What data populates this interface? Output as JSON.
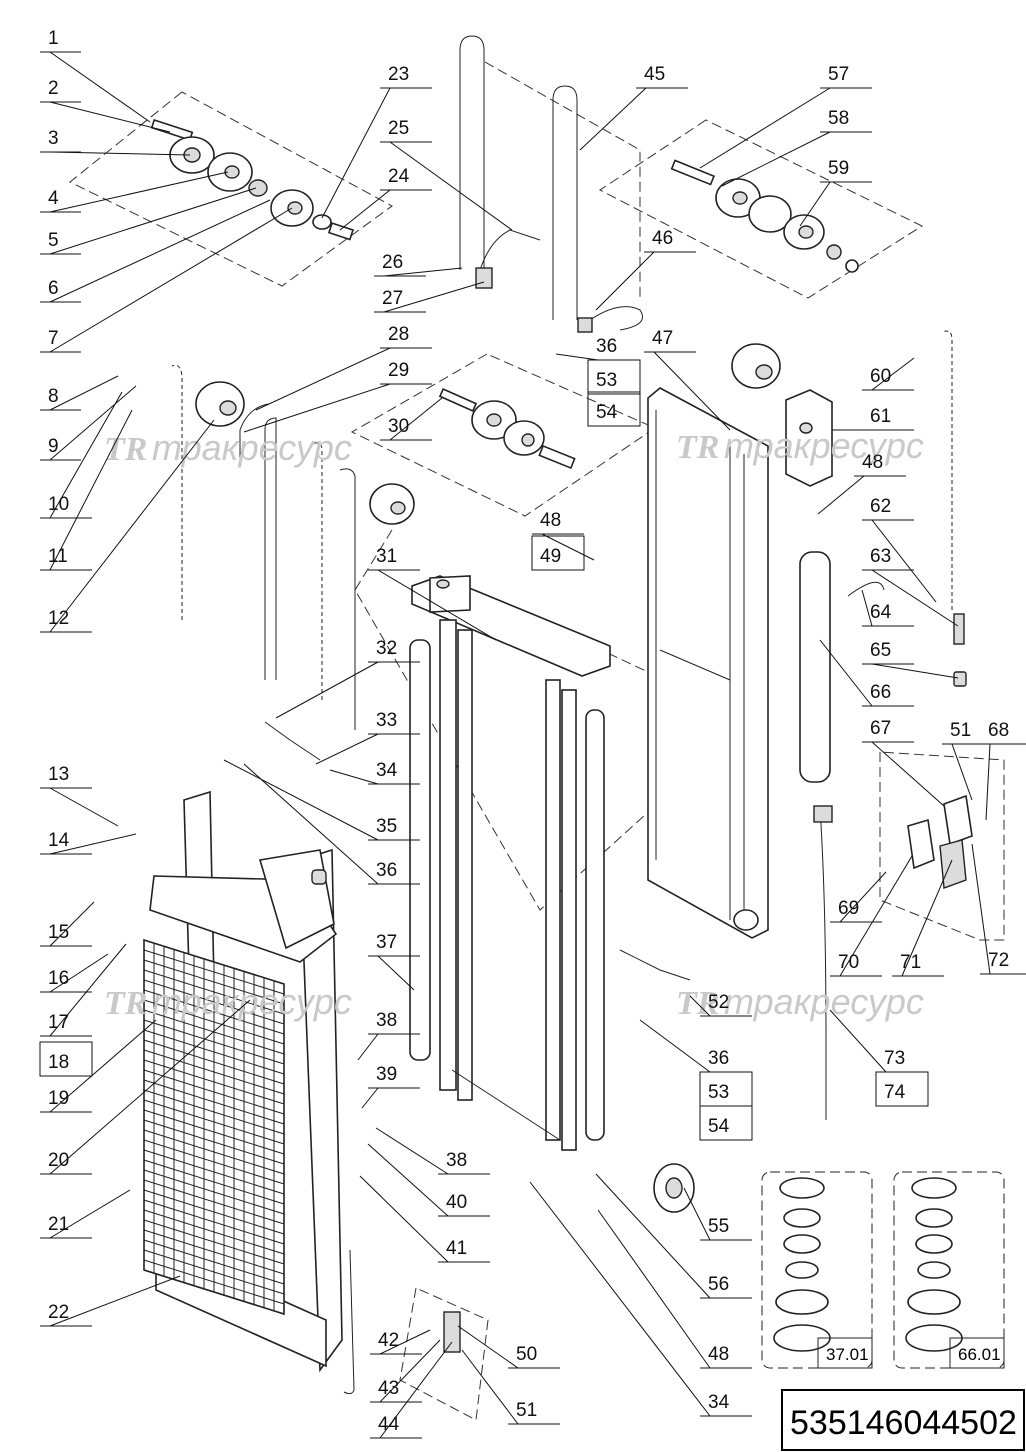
{
  "drawing_number": "535146044502",
  "watermark": {
    "logo": "TR",
    "text": "тракресурс"
  },
  "seal_kits": [
    {
      "id": "kit-37",
      "label": "37.01"
    },
    {
      "id": "kit-66",
      "label": "66.01"
    }
  ],
  "callouts": [
    {
      "n": "1"
    },
    {
      "n": "2"
    },
    {
      "n": "3"
    },
    {
      "n": "4"
    },
    {
      "n": "5"
    },
    {
      "n": "6"
    },
    {
      "n": "7"
    },
    {
      "n": "8"
    },
    {
      "n": "9"
    },
    {
      "n": "10"
    },
    {
      "n": "11"
    },
    {
      "n": "12"
    },
    {
      "n": "13"
    },
    {
      "n": "14"
    },
    {
      "n": "15"
    },
    {
      "n": "16"
    },
    {
      "n": "17"
    },
    {
      "n": "18"
    },
    {
      "n": "19"
    },
    {
      "n": "20"
    },
    {
      "n": "21"
    },
    {
      "n": "22"
    },
    {
      "n": "23"
    },
    {
      "n": "24"
    },
    {
      "n": "25"
    },
    {
      "n": "26"
    },
    {
      "n": "27"
    },
    {
      "n": "28"
    },
    {
      "n": "29"
    },
    {
      "n": "30"
    },
    {
      "n": "31"
    },
    {
      "n": "32"
    },
    {
      "n": "33"
    },
    {
      "n": "34"
    },
    {
      "n": "35"
    },
    {
      "n": "36"
    },
    {
      "n": "37"
    },
    {
      "n": "38"
    },
    {
      "n": "39"
    },
    {
      "n": "38"
    },
    {
      "n": "40"
    },
    {
      "n": "41"
    },
    {
      "n": "42"
    },
    {
      "n": "43"
    },
    {
      "n": "44"
    },
    {
      "n": "45"
    },
    {
      "n": "46"
    },
    {
      "n": "36"
    },
    {
      "n": "53"
    },
    {
      "n": "54"
    },
    {
      "n": "47"
    },
    {
      "n": "48"
    },
    {
      "n": "49"
    },
    {
      "n": "48"
    },
    {
      "n": "50"
    },
    {
      "n": "51"
    },
    {
      "n": "51"
    },
    {
      "n": "52"
    },
    {
      "n": "36"
    },
    {
      "n": "53"
    },
    {
      "n": "54"
    },
    {
      "n": "55"
    },
    {
      "n": "56"
    },
    {
      "n": "48"
    },
    {
      "n": "34"
    },
    {
      "n": "57"
    },
    {
      "n": "58"
    },
    {
      "n": "59"
    },
    {
      "n": "60"
    },
    {
      "n": "61"
    },
    {
      "n": "62"
    },
    {
      "n": "63"
    },
    {
      "n": "64"
    },
    {
      "n": "65"
    },
    {
      "n": "66"
    },
    {
      "n": "67"
    },
    {
      "n": "68"
    },
    {
      "n": "69"
    },
    {
      "n": "70"
    },
    {
      "n": "71"
    },
    {
      "n": "72"
    },
    {
      "n": "73"
    },
    {
      "n": "74"
    }
  ]
}
